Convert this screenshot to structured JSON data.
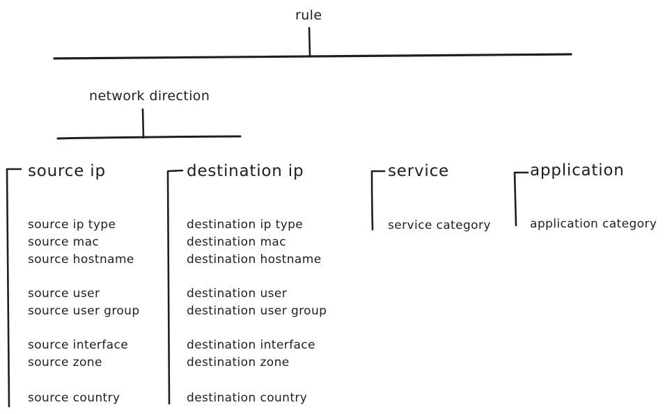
{
  "diagram": {
    "root_label": "rule",
    "branch_label": "network direction",
    "columns": [
      {
        "title": "source ip",
        "groups": [
          [
            "source ip type",
            "source mac",
            "source hostname"
          ],
          [
            "source user",
            "source user group"
          ],
          [
            "source interface",
            "source zone"
          ],
          [
            "source country"
          ]
        ]
      },
      {
        "title": "destination ip",
        "groups": [
          [
            "destination ip type",
            "destination mac",
            "destination hostname"
          ],
          [
            "destination user",
            "destination user group"
          ],
          [
            "destination interface",
            "destination zone"
          ],
          [
            "destination country"
          ]
        ]
      },
      {
        "title": "service",
        "groups": [
          [
            "service category"
          ]
        ]
      },
      {
        "title": "application",
        "groups": [
          [
            "application category"
          ]
        ]
      }
    ],
    "colors": {
      "ink": "#1e1e1e",
      "background": "#ffffff"
    }
  }
}
